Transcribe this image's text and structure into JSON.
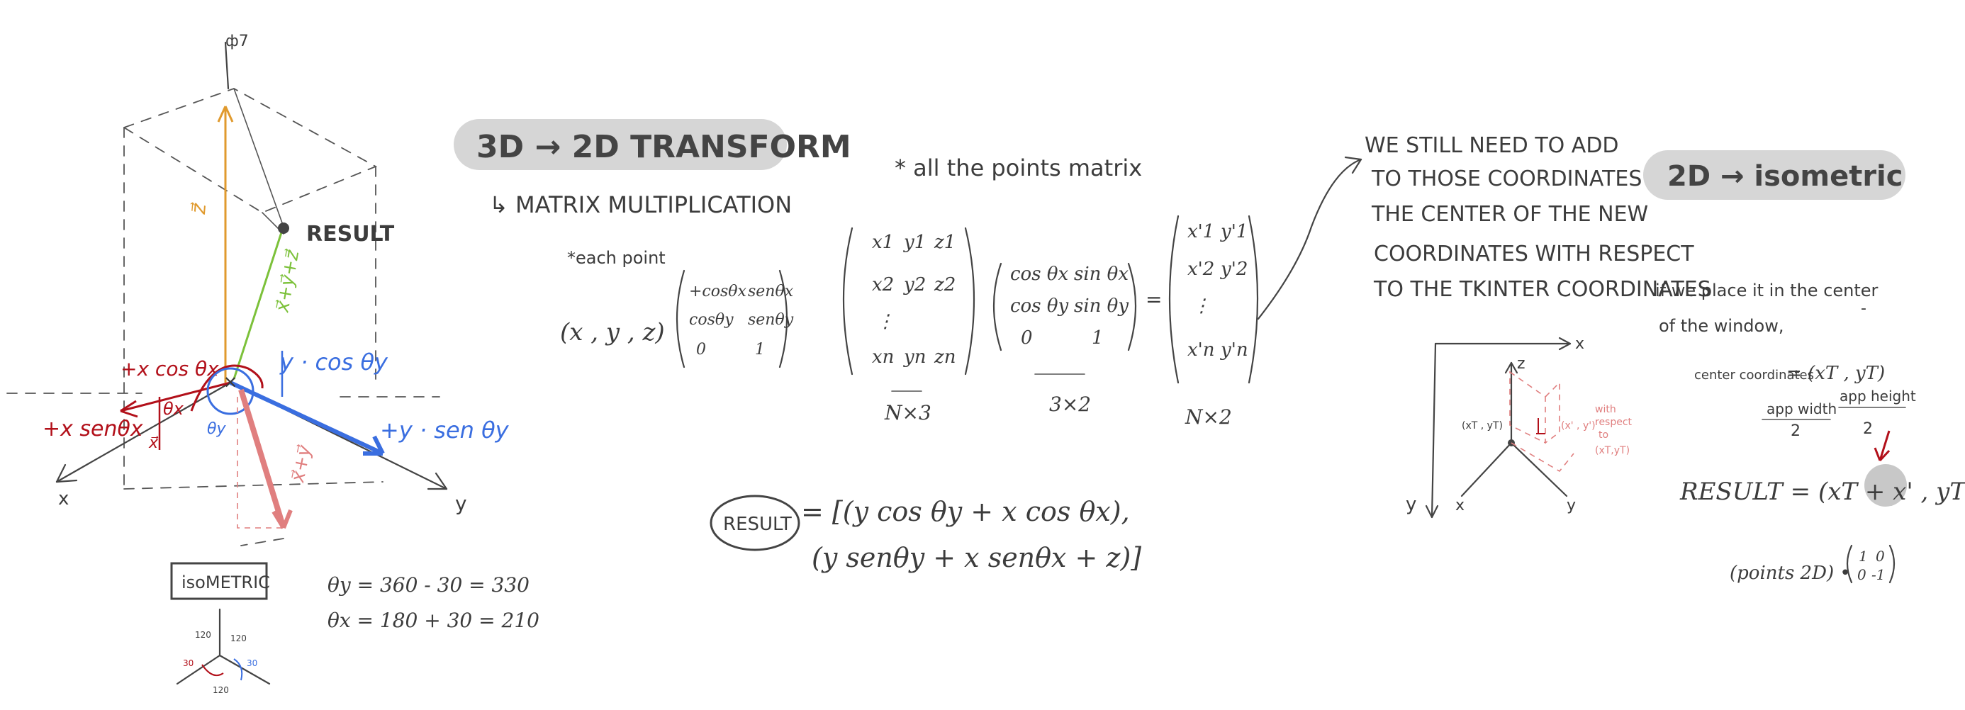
{
  "diagram": {
    "labels": {
      "axis_top": "ф7",
      "result_label": "RESULT",
      "z_vec": "z⃗",
      "xyz_vec": "x⃗+y⃗+z⃗",
      "y_cos": "y · cos θy",
      "x_cos": "+x cos θx",
      "theta_x": "θx",
      "x_sen": "+x senθx",
      "x_vec": "x⃗",
      "theta_y": "θy",
      "xy_vec": "x⃗+y⃗",
      "y_sen": "+y · sen θy",
      "axis_x": "x",
      "axis_y": "y"
    },
    "isometric": {
      "box_label": "isoMETRIC",
      "angle_top_left": "120",
      "angle_top_right": "120",
      "angle_bottom": "120",
      "angle_left": "30",
      "angle_right": "30",
      "theta_y_eq": "θy = 360 - 30 = 330",
      "theta_x_eq": "θx = 180 + 30 = 210"
    },
    "transform_3d": {
      "title": "3D → 2D TRANSFORM",
      "subtitle": "↳ MATRIX MULTIPLICATION",
      "each_point": "*each point",
      "point_vector": "(x , y , z)",
      "rot_matrix": [
        [
          "+cosθx",
          "senθx"
        ],
        [
          "cosθy",
          "senθy"
        ],
        [
          "0",
          "1"
        ]
      ],
      "all_points": "* all the points matrix",
      "points_matrix": [
        [
          "x1",
          "y1",
          "z1"
        ],
        [
          "x2",
          "y2",
          "z2"
        ],
        [
          "⋮",
          "",
          ""
        ],
        [
          "xn",
          "yn",
          "zn"
        ]
      ],
      "points_dim": "N×3",
      "rot_matrix_b": [
        [
          "cos θx",
          "sin θx"
        ],
        [
          "cos θy",
          "sin θy"
        ],
        [
          "0",
          "1"
        ]
      ],
      "rot_dim": "3×2",
      "equals": "=",
      "result_matrix": [
        [
          "x'1",
          "y'1"
        ],
        [
          "x'2",
          "y'2"
        ],
        [
          "⋮",
          ""
        ],
        [
          "x'n",
          "y'n"
        ]
      ],
      "result_dim": "N×2",
      "result_word": "RESULT",
      "result_line1": "= [(y cos θy + x cos θx),",
      "result_line2": "(y senθy + x senθx + z)]"
    },
    "note": {
      "lines": [
        "WE STILL NEED TO ADD",
        "TO THOSE COORDINATES",
        "THE CENTER OF THE NEW",
        "COORDINATES WITH RESPECT",
        "TO THE TKINTER COORDINATES"
      ],
      "graph": {
        "axis_x": "x",
        "axis_y": "y",
        "axis_z": "z",
        "iso_x_left": "x",
        "iso_y_right": "y",
        "center_label": "(xT , yT)",
        "point_label": "(x' , y')",
        "with_respect": [
          "with",
          "respect",
          "to",
          "(xT,yT)"
        ]
      }
    },
    "iso_2d": {
      "title": "2D → isometric",
      "line1": "if we place it in the center",
      "line2": "of the window,",
      "center_label": "center coordinates",
      "center_value": "= (xT , yT)",
      "app_width": "app width",
      "app_height": "app height",
      "two": "2",
      "result": "RESULT = (xT + x' , yT - y')",
      "points_lhs": "(points 2D) •",
      "points_matrix": [
        [
          "1",
          "0"
        ],
        [
          "0",
          "-1"
        ]
      ]
    }
  }
}
